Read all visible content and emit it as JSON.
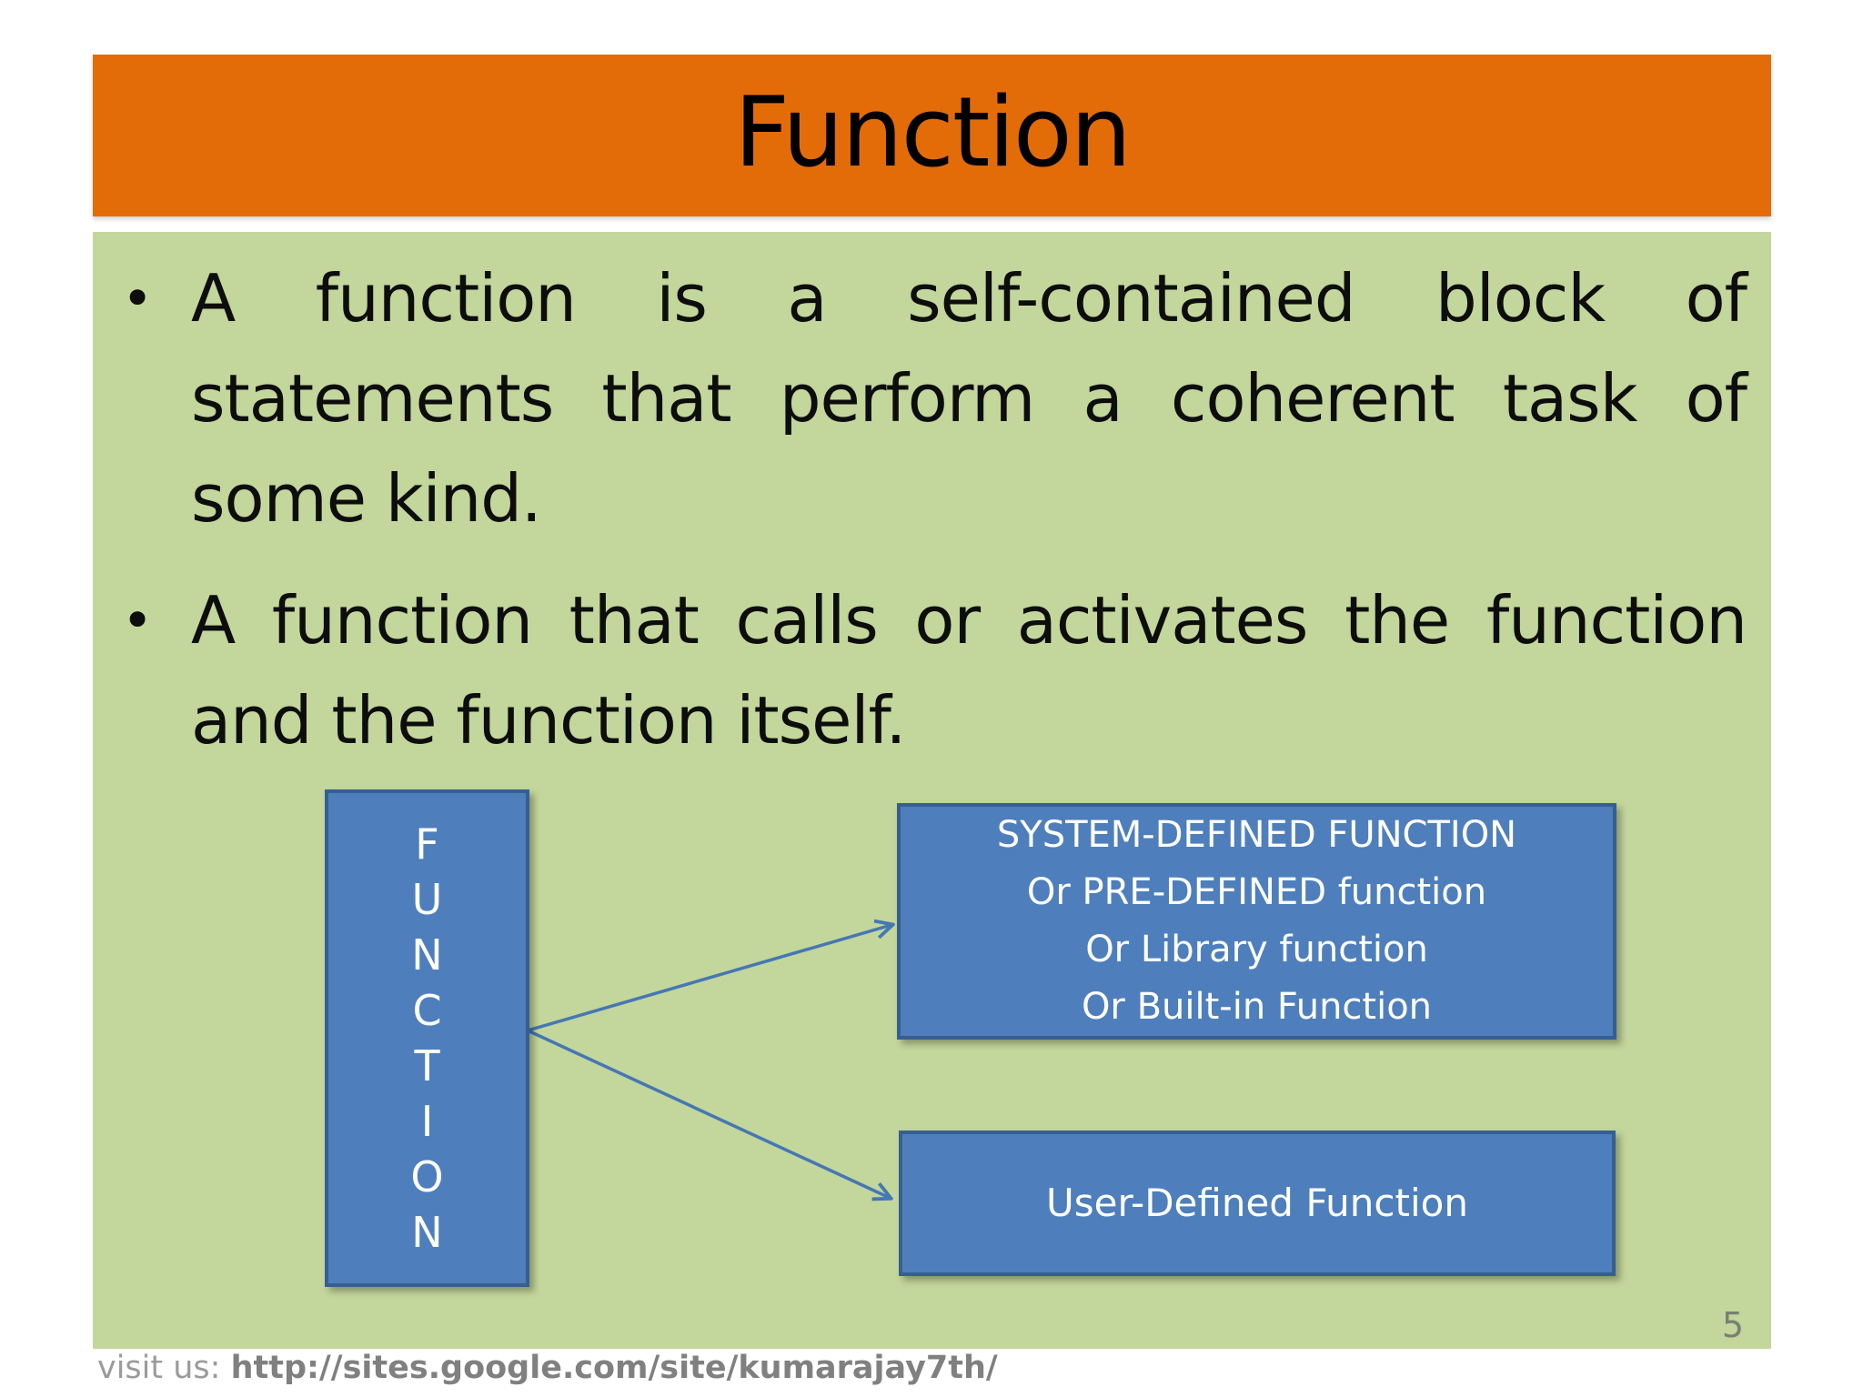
{
  "slide": {
    "title": "Function",
    "bullet_marker": "•",
    "bullets": [
      "A function is a self-contained block of statements that perform a coherent task of some kind.",
      "A function that calls or activates the function and the function itself."
    ],
    "page_number": "5",
    "footer": {
      "prefix": "visit us: ",
      "url": "http://sites.google.com/site/kumarajay7th/"
    }
  },
  "diagram": {
    "function_letters": [
      "F",
      "U",
      "N",
      "C",
      "T",
      "I",
      "O",
      "N"
    ],
    "system_box": {
      "lines": [
        "SYSTEM-DEFINED FUNCTION",
        "Or PRE-DEFINED function",
        "Or Library function",
        "Or Built-in Function"
      ]
    },
    "user_box": {
      "label": "User-Defined Function"
    }
  },
  "colors": {
    "header_bg": "#E36C09",
    "panel_bg": "#C3D69B",
    "box_fill": "#4E7FBC",
    "box_border": "#365F91",
    "arrow": "#4577B4",
    "body_text": "#0d0d0d",
    "footer_label": "#9b9b9b",
    "footer_url": "#808080",
    "page_number": "#7a7f72"
  }
}
